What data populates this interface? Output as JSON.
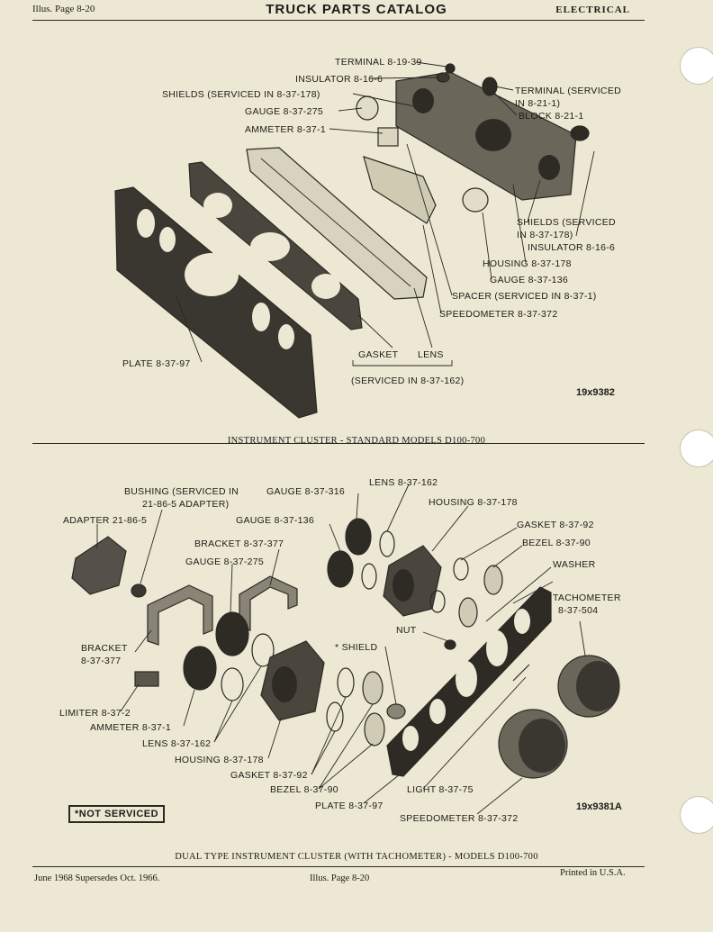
{
  "header": {
    "left": "Illus. Page 8-20",
    "title": "TRUCK PARTS CATALOG",
    "right": "ELECTRICAL"
  },
  "figure1": {
    "caption": "INSTRUMENT CLUSTER - STANDARD MODELS D100-700",
    "number": "19x9382",
    "labels": {
      "terminal_top": "TERMINAL 8-19-39",
      "insulator_top": "INSULATOR 8-16-6",
      "shields_top": "SHIELDS (SERVICED IN 8-37-178)",
      "gauge_275": "GAUGE 8-37-275",
      "ammeter": "AMMETER 8-37-1",
      "terminal_serviced_1": "TERMINAL (SERVICED",
      "terminal_serviced_2": "IN 8-21-1)",
      "block": "BLOCK 8-21-1",
      "shields_right_1": "SHIELDS (SERVICED",
      "shields_right_2": "IN 8-37-178)",
      "insulator_right": "INSULATOR 8-16-6",
      "housing": "HOUSING 8-37-178",
      "gauge_136": "GAUGE 8-37-136",
      "spacer": "SPACER (SERVICED IN 8-37-1)",
      "speedometer": "SPEEDOMETER 8-37-372",
      "gasket": "GASKET",
      "lens": "LENS",
      "serviced_in": "(SERVICED IN 8-37-162)",
      "plate": "PLATE 8-37-97"
    }
  },
  "figure2": {
    "caption": "DUAL TYPE INSTRUMENT CLUSTER (WITH TACHOMETER) - MODELS D100-700",
    "number": "19x9381A",
    "not_serviced": "*NOT SERVICED",
    "labels": {
      "bushing_1": "BUSHING (SERVICED IN",
      "bushing_2": "21-86-5 ADAPTER)",
      "adapter": "ADAPTER 21-86-5",
      "gauge_316": "GAUGE 8-37-316",
      "lens_top": "LENS 8-37-162",
      "housing_top": "HOUSING 8-37-178",
      "gauge_136": "GAUGE 8-37-136",
      "gasket_top": "GASKET 8-37-92",
      "bezel_top": "BEZEL 8-37-90",
      "washer": "WASHER",
      "bracket_top": "BRACKET 8-37-377",
      "gauge_275": "GAUGE 8-37-275",
      "tachometer_1": "TACHOMETER",
      "tachometer_2": "8-37-504",
      "nut": "NUT",
      "shield": "* SHIELD",
      "bracket_left_1": "BRACKET",
      "bracket_left_2": "8-37-377",
      "limiter": "LIMITER 8-37-2",
      "ammeter": "AMMETER 8-37-1",
      "lens_bottom": "LENS 8-37-162",
      "housing_bottom": "HOUSING 8-37-178",
      "gasket_bottom": "GASKET 8-37-92",
      "bezel_bottom": "BEZEL 8-37-90",
      "plate": "PLATE 8-37-97",
      "light": "LIGHT 8-37-75",
      "speedometer": "SPEEDOMETER 8-37-372"
    }
  },
  "footer": {
    "left": "June 1968 Supersedes Oct. 1966.",
    "center": "Illus. Page 8-20",
    "right": "Printed in U.S.A."
  }
}
